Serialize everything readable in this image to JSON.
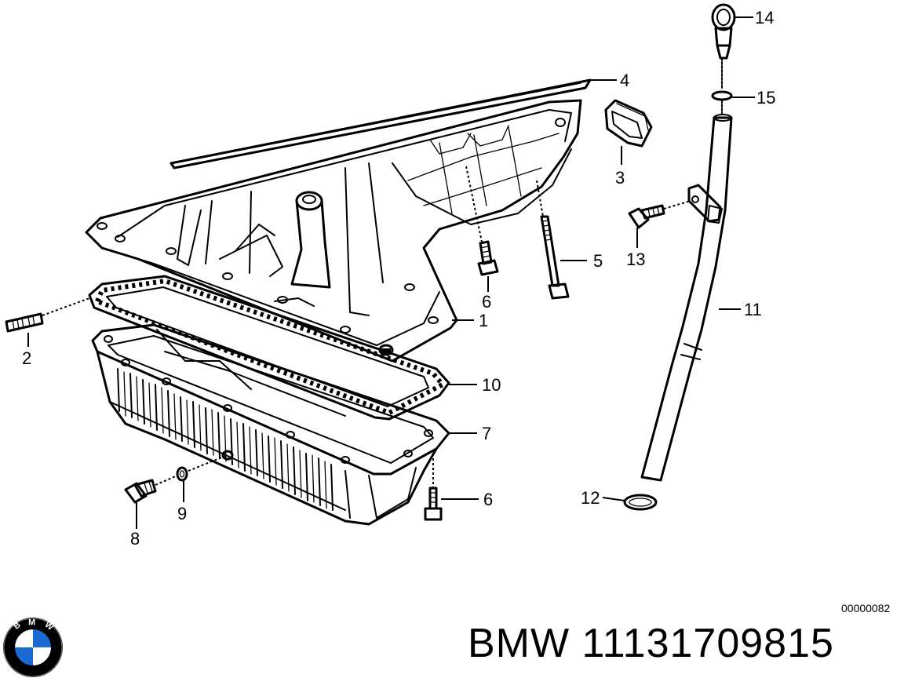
{
  "diagram": {
    "callouts": [
      {
        "id": "1",
        "text": "1"
      },
      {
        "id": "2",
        "text": "2"
      },
      {
        "id": "3",
        "text": "3"
      },
      {
        "id": "4",
        "text": "4"
      },
      {
        "id": "5",
        "text": "5"
      },
      {
        "id": "6a",
        "text": "6"
      },
      {
        "id": "6b",
        "text": "6"
      },
      {
        "id": "7",
        "text": "7"
      },
      {
        "id": "8",
        "text": "8"
      },
      {
        "id": "9",
        "text": "9"
      },
      {
        "id": "10",
        "text": "10"
      },
      {
        "id": "11",
        "text": "11"
      },
      {
        "id": "12",
        "text": "12"
      },
      {
        "id": "13",
        "text": "13"
      },
      {
        "id": "14",
        "text": "14"
      },
      {
        "id": "15",
        "text": "15"
      }
    ]
  },
  "footer": {
    "reference_code": "00000082",
    "brand_part_number": "BMW 11131709815",
    "logo": {
      "name": "bmw-roundel-logo",
      "letters": "BMW",
      "colors": {
        "ring": "#000000",
        "blue": "#1c69d4",
        "white": "#ffffff"
      }
    }
  }
}
